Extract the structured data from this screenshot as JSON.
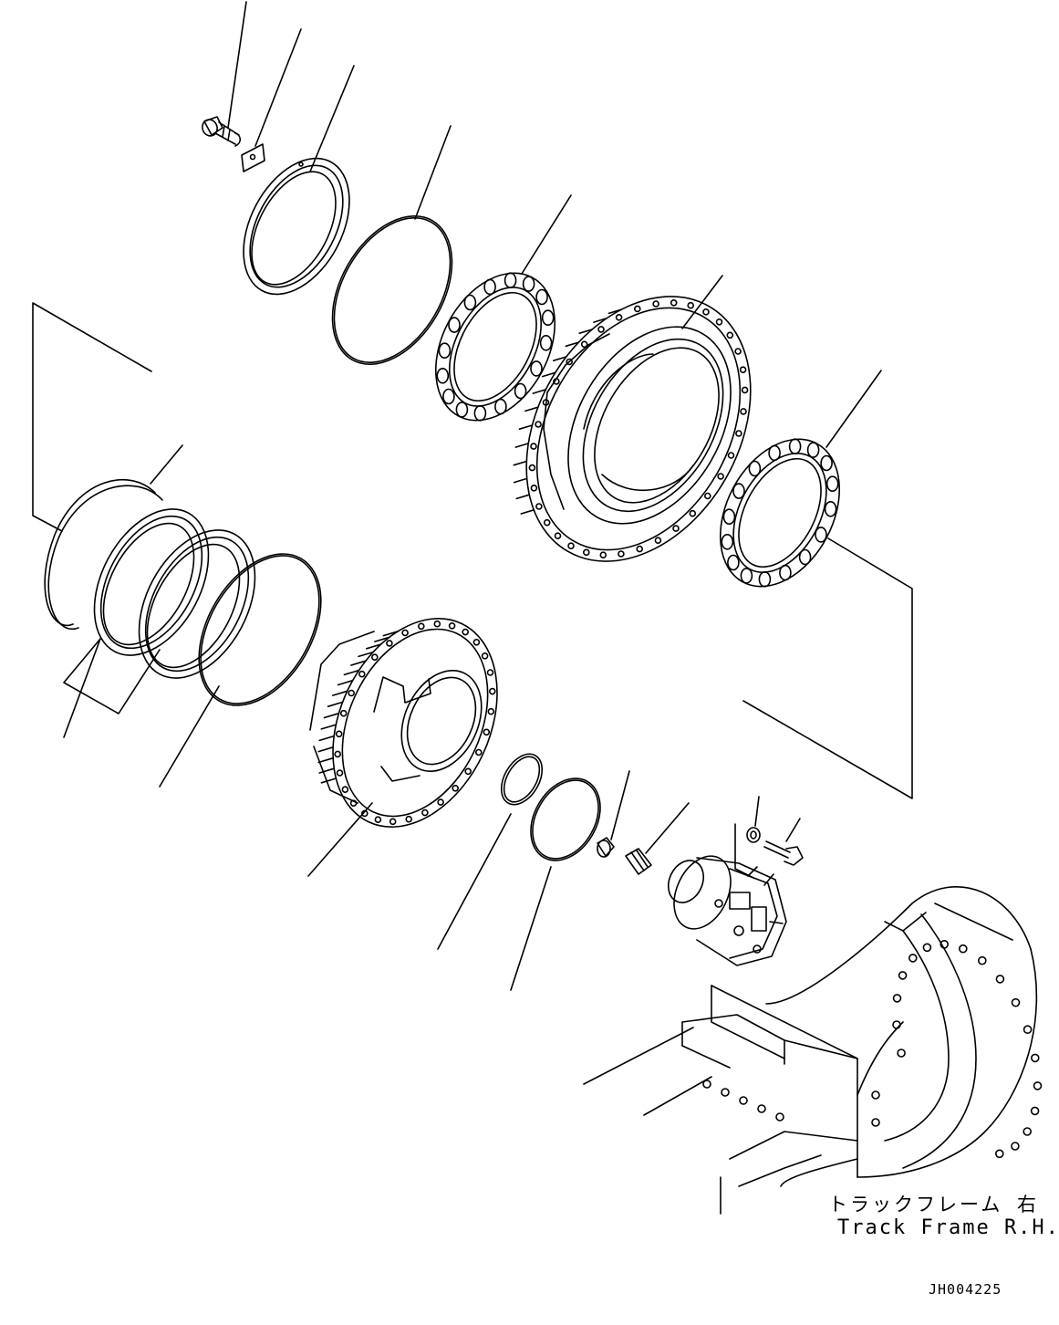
{
  "labels": {
    "frame_label_ja": "トラックフレーム 右",
    "frame_label_en": "Track Frame R.H.",
    "drawing_code": "JH004225"
  },
  "colors": {
    "line": "#000000",
    "background": "#ffffff"
  }
}
